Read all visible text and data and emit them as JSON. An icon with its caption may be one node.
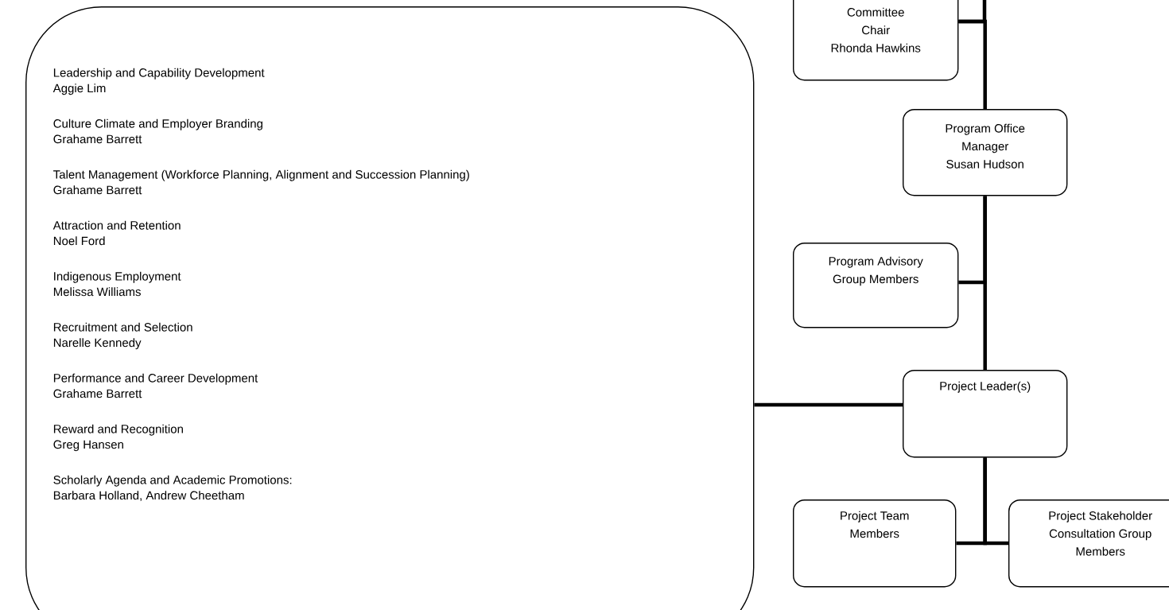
{
  "diagram": {
    "nodes": [
      {
        "text": [
          "Committee",
          "Chair",
          "Rhonda Hawkins"
        ]
      },
      {
        "text": [
          "Program Office Manager Susan Hudson"
        ]
      },
      {
        "text": [
          "Program Advisory Group Members"
        ]
      },
      {
        "text": [
          "Project Leader(s)"
        ]
      },
      {
        "text": [
          "Project Team Members"
        ]
      },
      {
        "text": [
          "Project Stakeholder Consultation Group Members"
        ]
      },
      {
        "text": [
          "Leadership and Capability Development",
          "Aggie Lim",
          "Culture Climate and Employer Branding",
          "Grahame Barrett",
          "Talent Management (Workforce Planning, Alignment and Succession Planning)",
          "Grahame Barrett",
          "Attraction and Retention",
          "Noel Ford",
          "Indigenous Employment",
          "Melissa Williams",
          "Recruitment and Selection",
          "Narelle Kennedy",
          "Performance and Career Development",
          "Grahame Barrett",
          "Reward and Recognition",
          "Greg Hansen",
          "Scholarly Agenda and Academic Promotions:",
          "Barbara Holland, Andrew Cheetham"
        ]
      }
    ],
    "edges": [
      {
        "from": null,
        "to": 0,
        "arrow": "none"
      },
      {
        "from": 0,
        "to": 1,
        "arrow": "none"
      },
      {
        "from": 1,
        "to": 2,
        "arrow": "none"
      },
      {
        "from": 1,
        "to": 3,
        "arrow": "none"
      },
      {
        "from": 3,
        "to": 4,
        "arrow": "none"
      },
      {
        "from": 3,
        "to": 5,
        "arrow": "none"
      },
      {
        "from": 6,
        "to": 3,
        "arrow": "none"
      }
    ]
  }
}
